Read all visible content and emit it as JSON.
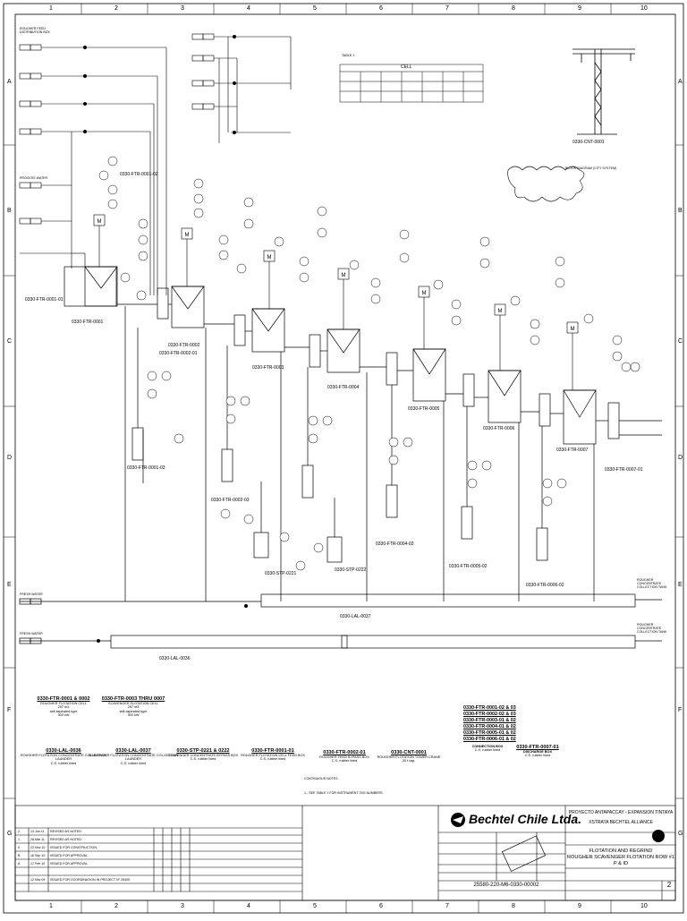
{
  "grid": {
    "columns": [
      "1",
      "2",
      "3",
      "4",
      "5",
      "6",
      "7",
      "8",
      "9",
      "10"
    ],
    "rows": [
      "A",
      "B",
      "C",
      "D",
      "E",
      "F",
      "G"
    ]
  },
  "inlets": {
    "rougher_feed_box": "ROUGHER FEED DISTRIBUTION BOX",
    "process_water": "PROCESS WATER",
    "fresh_water_1": "FRESH WATER",
    "fresh_water_2": "FRESH WATER"
  },
  "outlets": {
    "rougher_conc": "ROUGHER CONCENTRATE COLLECTION TANK",
    "rougher_conc_2": "ROUGHER CONCENTRATE COLLECTION TANK",
    "block_diagram": "BLOCK DIAGRAM (CITY SYSTEM)"
  },
  "table1": {
    "caption": "TABLE 1",
    "header": "CELL"
  },
  "tags": {
    "ftr1": "0330-FTR-0001",
    "ftr1_01": "0330-FTR-0001-01",
    "ftr1_02": "0330-FTR-0001-02",
    "ftr1_03": "0330-FTR-0001-03",
    "ftr2": "0330-FTR-0002",
    "ftr2_01": "0330-FTR-0002-01",
    "ftr2_03": "0330-FTR-0002-03",
    "ftr3": "0330-FTR-0003",
    "ftr4": "0330-FTR-0004",
    "ftr4_02": "0330-FTR-0004-02",
    "ftr5": "0330-FTR-0005",
    "ftr5_02": "0330-FTR-0005-02",
    "ftr6": "0330-FTR-0006",
    "ftr6_02": "0330-FTR-0006-02",
    "ftr7": "0330-FTR-0007",
    "ftr7_01": "0330-FTR-0007-01",
    "stp221": "0330-STP-0221",
    "stp222": "0330-STP-0222",
    "lal37": "0330-LAL-0037",
    "lal36": "0330-LAL-0036",
    "cnt1": "0330-CNT-0001"
  },
  "equipment_list": [
    {
      "tag": "0330-FTR-0001 & 0002",
      "desc": "ROUGHER FLOTATION CELL",
      "spec": "257 m3\nself aspirated type\n300 kW"
    },
    {
      "tag": "0330-FTR-0003 THRU 0007",
      "desc": "SCAVENGER FLOTATION CELL",
      "spec": "257 m3\nself aspirated type\n300 kW"
    },
    {
      "tag": "0330-LAL-0036",
      "desc": "ROUGHER FLOTATION CONCENTRATE COLLECTION LAUNDER",
      "spec": "C.S. rubber lined"
    },
    {
      "tag": "0330-LAL-0037",
      "desc": "SCAVENGER FLOTATION CONCENTRATE COLLECTION LAUNDER",
      "spec": "C.S. rubber lined"
    },
    {
      "tag": "0330-STP-0221 & 0222",
      "desc": "SCAVENGER CONCENTRATE BYPASS BOX",
      "spec": "C.S. rubber lined"
    },
    {
      "tag": "0330-FTR-0001-01",
      "desc": "ROUGHER FLOTATION CELL FEED BOX",
      "spec": "C.S. rubber lined"
    },
    {
      "tag": "0330-FTR-0002-01",
      "desc": "ROUGHER FEED BYPASS BOX",
      "spec": "C.S. rubber lined"
    },
    {
      "tag": "0330-CNT-0001",
      "desc": "ROUGHER FLOTATION TOWER CRANE",
      "spec": "20 t cap."
    }
  ],
  "box_list": {
    "tags": [
      "0330-FTR-0001-02 & 03",
      "0330-FTR-0002-02 & 03",
      "0330-FTR-0003-01 & 02",
      "0330-FTR-0004-01 & 02",
      "0330-FTR-0005-01 & 02",
      "0330-FTR-0006-01 & 02"
    ],
    "conn_label": "CONNECTION BOX",
    "conn_spec": "C.S. rubber lined",
    "disch_tag": "0330-FTR-0007-01",
    "disch_label": "DISCHARGE BOX",
    "disch_spec": "C.S. rubber lined"
  },
  "notes": {
    "title": "CONTINUOUS NOTES",
    "note1": "1.- SEE TABLE 1 FOR INSTRUMENT TAG NUMBERS."
  },
  "revisions": [
    {
      "rev": "2",
      "date": "13 Jun 11",
      "desc": "REVISED AS NOTED"
    },
    {
      "rev": "1",
      "date": "28 Mar 11",
      "desc": "REVISED AS NOTED"
    },
    {
      "rev": "0",
      "date": "22 Nov 10",
      "desc": "ISSUED FOR CONSTRUCTION"
    },
    {
      "rev": "B",
      "date": "16 Sep 10",
      "desc": "ISSUED FOR APPROVAL"
    },
    {
      "rev": "A",
      "date": "17 Feb 10",
      "desc": "ISSUED FOR APPROVAL"
    },
    {
      "rev": "",
      "date": "12 Nov 09",
      "desc": "ISSUED FOR COORDINATION IN PROJECT N° 25409"
    }
  ],
  "title_block": {
    "company": "Bechtel Chile Ltda.",
    "project": "PROYECTO ANTAPACCAY - EXPANSION TINTAYA",
    "client": "XSTRATA BECHTEL ALLIANCE",
    "title1": "FLOTATION AND REGRIND",
    "title2": "ROUGHER SCAVENGER FLOTATION ROW #1",
    "title3": "P & ID",
    "drawing_no": "25580-220-M6-0330-00002",
    "rev": "2"
  }
}
